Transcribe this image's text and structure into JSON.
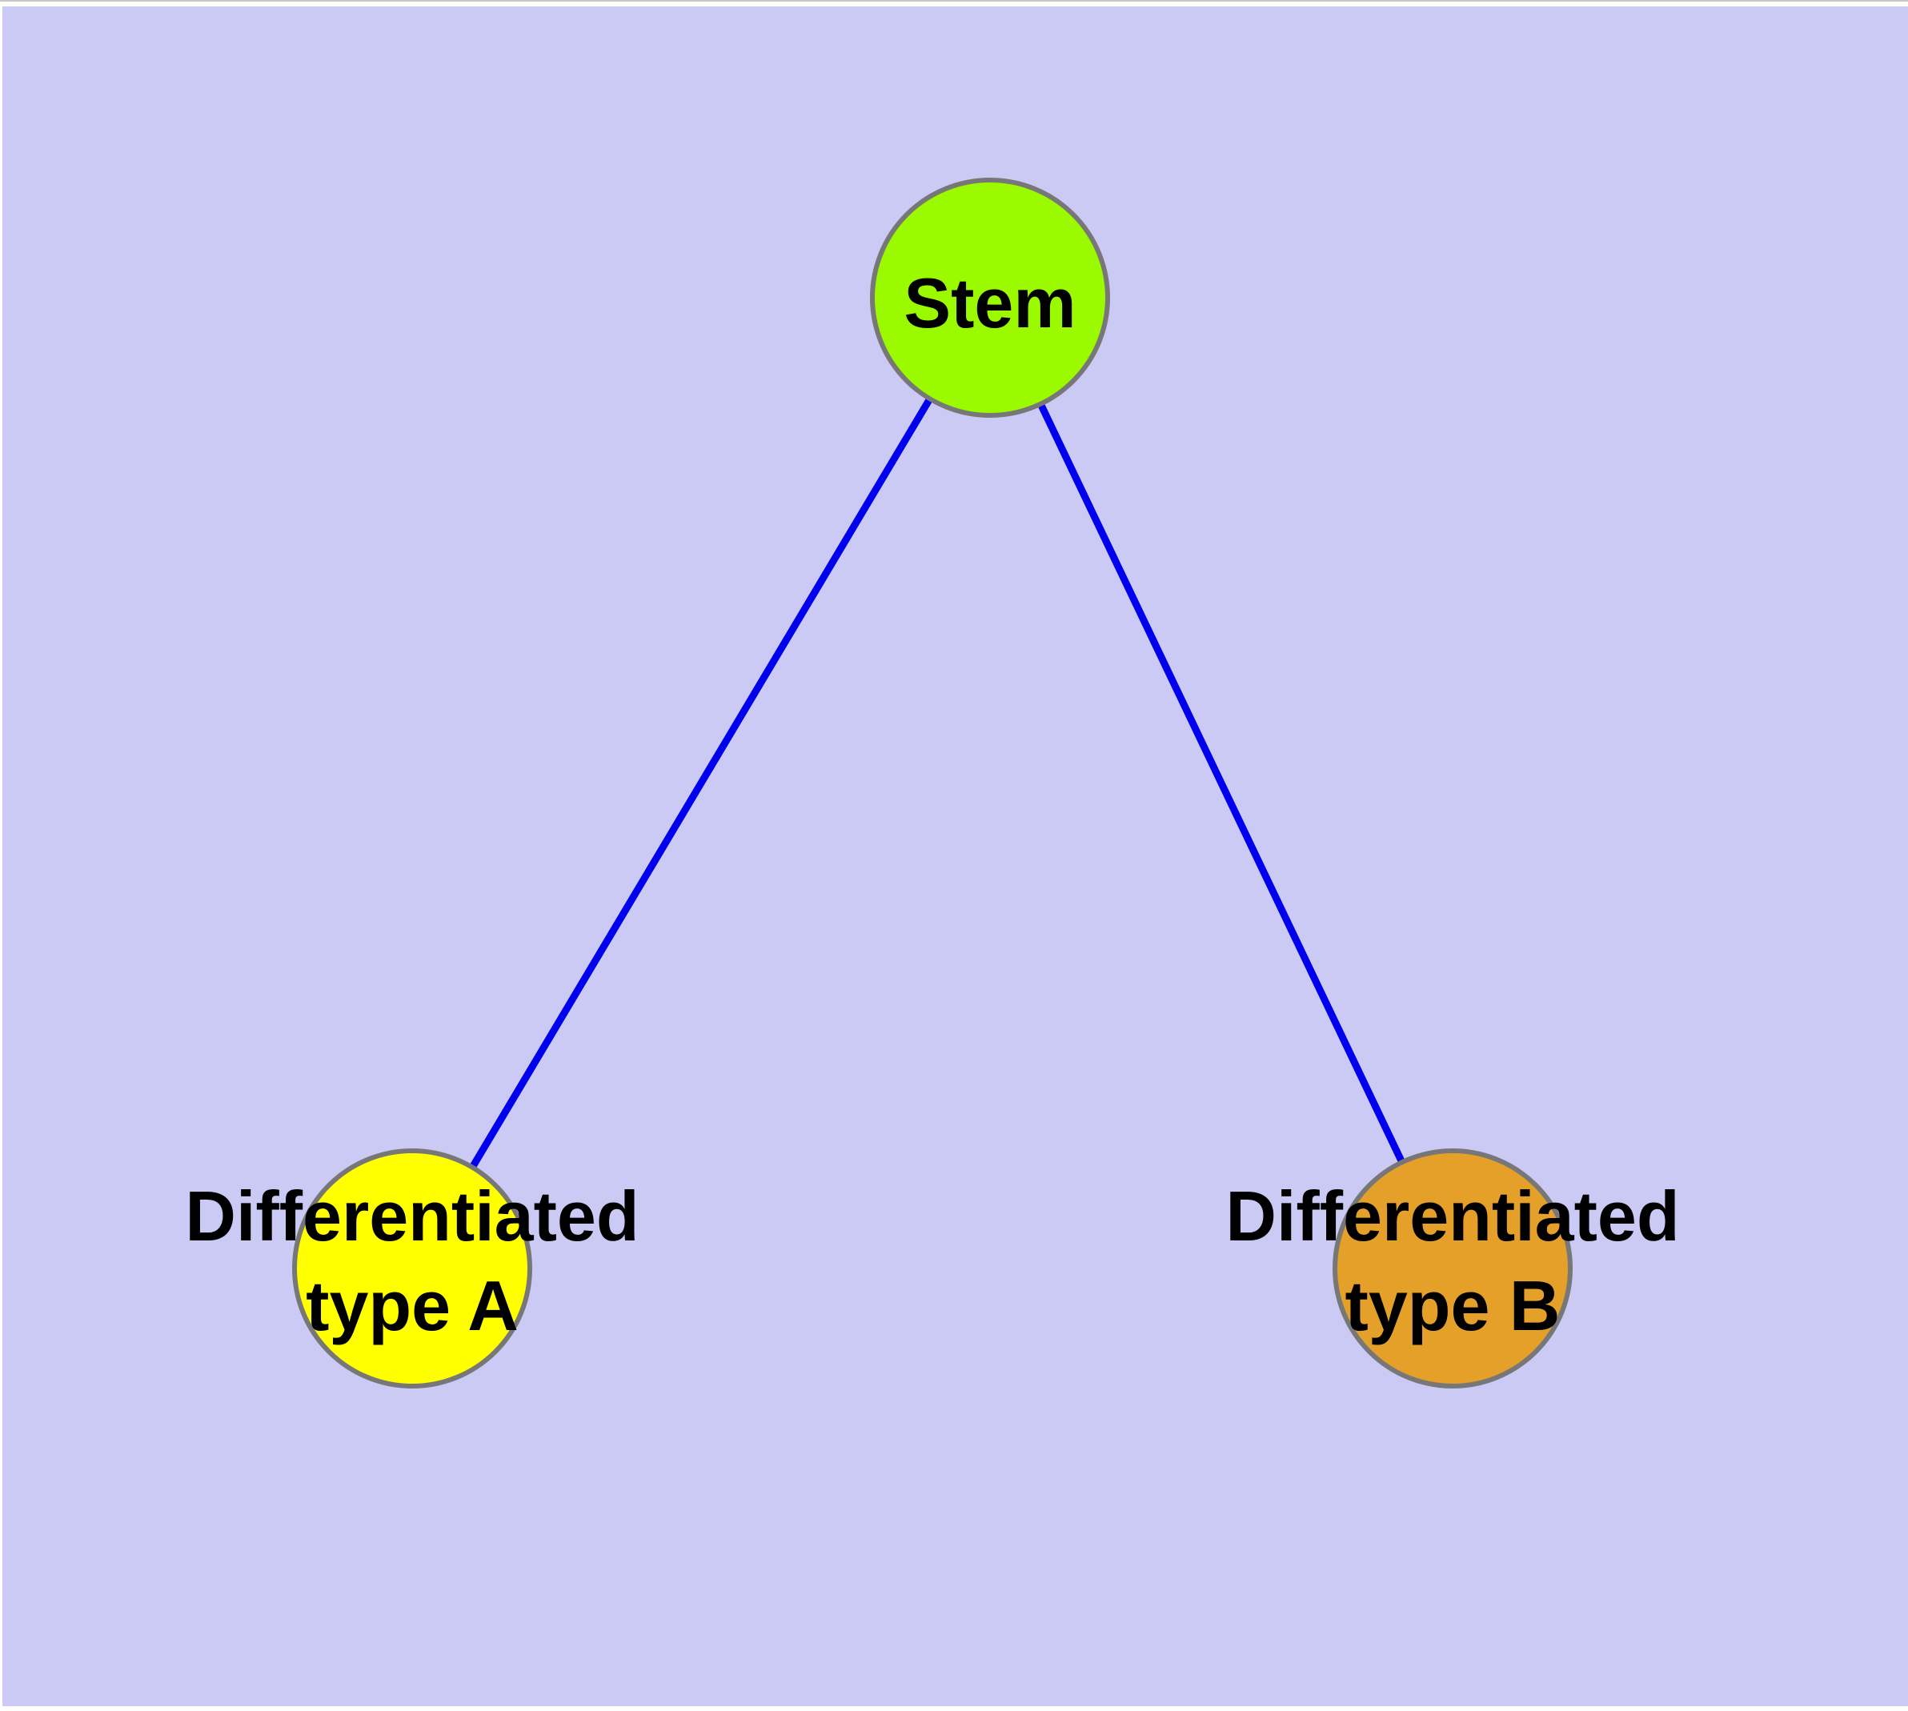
{
  "diagram": {
    "title": "",
    "background_color": "#CACAF5",
    "page_background": "#FFFFFF",
    "top_hairline_color": "#C8C8C8",
    "node_border_color": "#777777",
    "edge_color": "#0000EE",
    "label_color": "#000000",
    "nodes": {
      "stem": {
        "label": "Stem",
        "fill": "#9BFA00"
      },
      "type_a": {
        "label_line1": "Differentiated",
        "label_line2": "type A",
        "fill": "#FFFF00"
      },
      "type_b": {
        "label_line1": "Differentiated",
        "label_line2": "type B",
        "fill": "#E5A02A"
      }
    },
    "edges": [
      {
        "from": "Stem",
        "to": "Differentiated type A"
      },
      {
        "from": "Stem",
        "to": "Differentiated type B"
      }
    ]
  }
}
